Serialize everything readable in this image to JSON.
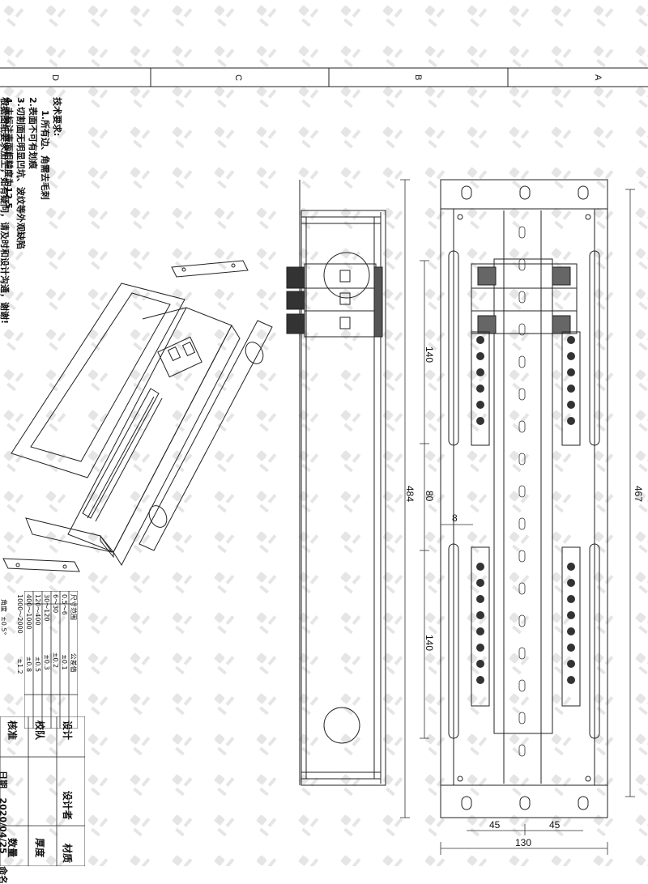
{
  "border": {
    "zones": [
      "D",
      "C",
      "B",
      "A"
    ]
  },
  "notes": {
    "title": "技术要求:",
    "items": [
      "1.所有边、角需去毛刺",
      "2.表面不可有划痕",
      "3.切割面无明显凹坑、波纹等外观缺陷",
      "4.未标注表面粗糙度为12.5"
    ],
    "footer": "根据图纸要求加工，如有疑问，请及时和设计沟通，谢谢!"
  },
  "dimensions": {
    "overall_height_outer": "484",
    "overall_height_inner": "467",
    "upper_bar": "140",
    "gap": "80",
    "slot_width": "8",
    "lower_bar": "140",
    "half_left": "45",
    "half_right": "45",
    "width": "130"
  },
  "tolerance_table": {
    "header": [
      "尺寸范围",
      "公差值"
    ],
    "rows": [
      [
        "0.5～6",
        "±0.1"
      ],
      [
        "6～30",
        "±0.2"
      ],
      [
        "30～120",
        "±0.3"
      ],
      [
        "120～400",
        "±0.5"
      ],
      [
        "400～1000",
        "±0.8"
      ],
      [
        "1000～2000",
        "±1.2"
      ]
    ],
    "angle_label": "角度",
    "angle_value": "±0.5°"
  },
  "title_block": {
    "design": "设计",
    "designer": "设计者",
    "material": "材质",
    "proofread": "校队",
    "thickness": "厚度",
    "approve": "核准",
    "quantity": "数量",
    "date_label": "日期",
    "date_value": "2020/04/25",
    "partial": "命名"
  }
}
